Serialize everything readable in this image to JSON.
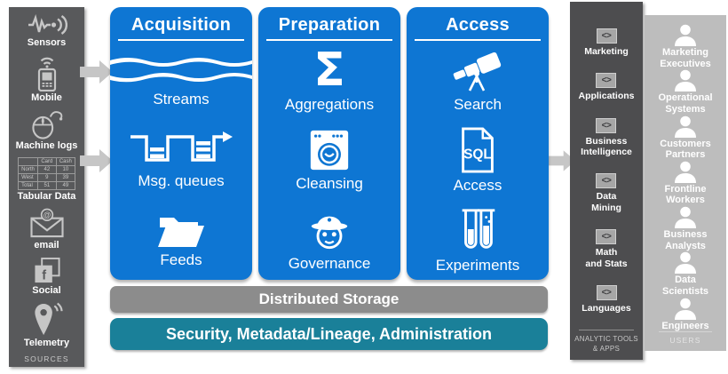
{
  "colors": {
    "column_blue": "#0E76D3",
    "sources_panel": "#58595B",
    "tools_panel": "#4D4D4F",
    "users_panel": "#BDBDBD",
    "storage_bar": "#8C8C8C",
    "security_bar": "#1A8099",
    "arrow_gray": "#C6C6C6"
  },
  "sources": {
    "footer": "SOURCES",
    "items": [
      {
        "label": "Sensors",
        "icon": "sensor-waveform-icon"
      },
      {
        "label": "Mobile",
        "icon": "mobile-phone-icon"
      },
      {
        "label": "Machine logs",
        "icon": "computer-mouse-icon"
      },
      {
        "label": "Tabular Data",
        "icon": "data-table"
      },
      {
        "label": "email",
        "icon": "email-envelope-icon"
      },
      {
        "label": "Social",
        "icon": "facebook-icon"
      },
      {
        "label": "Telemetry",
        "icon": "location-pin-icon"
      }
    ],
    "table": {
      "headers": [
        "",
        "Card",
        "Cash"
      ],
      "rows": [
        [
          "North",
          "42",
          "10"
        ],
        [
          "West",
          "9",
          "39"
        ],
        [
          "Total",
          "51",
          "49"
        ]
      ]
    }
  },
  "pipeline": {
    "columns": [
      {
        "title": "Acquisition",
        "items": [
          {
            "label": "Streams",
            "icon": "streams-waves-icon"
          },
          {
            "label": "Msg. queues",
            "icon": "message-queue-icon"
          },
          {
            "label": "Feeds",
            "icon": "folder-icon"
          }
        ]
      },
      {
        "title": "Preparation",
        "items": [
          {
            "label": "Aggregations",
            "icon": "sigma-icon"
          },
          {
            "label": "Cleansing",
            "icon": "washing-machine-icon"
          },
          {
            "label": "Governance",
            "icon": "police-officer-icon"
          }
        ]
      },
      {
        "title": "Access",
        "items": [
          {
            "label": "Search",
            "icon": "telescope-icon"
          },
          {
            "label": "Access",
            "icon": "sql-file-icon"
          },
          {
            "label": "Experiments",
            "icon": "test-tubes-icon"
          }
        ]
      }
    ]
  },
  "bars": {
    "storage": "Distributed Storage",
    "security": "Security, Metadata/Lineage, Administration"
  },
  "tools": {
    "footer": "ANALYTIC TOOLS & APPS",
    "items": [
      "Marketing",
      "Applications",
      "Business\nIntelligence",
      "Data\nMining",
      "Math\nand Stats",
      "Languages"
    ]
  },
  "users": {
    "footer": "USERS",
    "items": [
      "Marketing\nExecutives",
      "Operational\nSystems",
      "Customers\nPartners",
      "Frontline\nWorkers",
      "Business\nAnalysts",
      "Data\nScientists",
      "Engineers"
    ]
  },
  "glyphs": {
    "sigma": "Σ",
    "sql": "SQL",
    "code": "<>",
    "at": "@",
    "facebook": "f"
  }
}
